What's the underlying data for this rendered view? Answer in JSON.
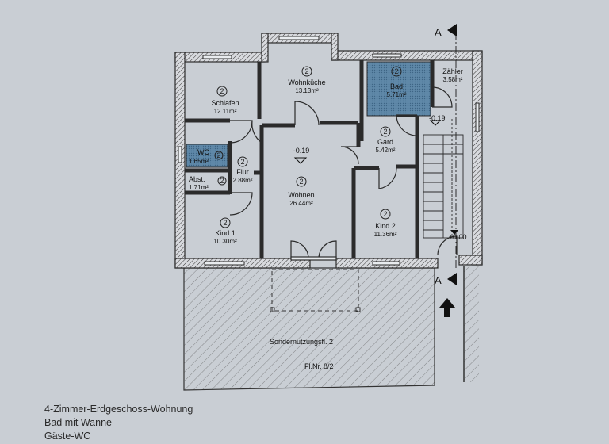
{
  "section_marker": "A",
  "rooms": {
    "schlafen": {
      "num": "2",
      "name": "Schlafen",
      "area": "12.11m²"
    },
    "wohnkueche": {
      "num": "2",
      "name": "Wohnküche",
      "area": "13.13m²"
    },
    "bad": {
      "num": "2",
      "name": "Bad",
      "area": "5.71m²"
    },
    "zaehler": {
      "name": "Zähler",
      "area": "3.58m²"
    },
    "wc": {
      "num": "2",
      "name": "WC",
      "area": "1.65m²"
    },
    "flur": {
      "num": "2",
      "name": "Flur",
      "area": "2.88m²"
    },
    "abst": {
      "num": "2",
      "name": "Abst.",
      "area": "1.71m²"
    },
    "wohnen": {
      "num": "2",
      "name": "Wohnen",
      "area": "26.44m²"
    },
    "gard": {
      "num": "2",
      "name": "Gard",
      "area": "5.42m²"
    },
    "kind1": {
      "num": "2",
      "name": "Kind 1",
      "area": "10.30m²"
    },
    "kind2": {
      "num": "2",
      "name": "Kind 2",
      "area": "11.36m²"
    }
  },
  "levels": {
    "main": "-0.19",
    "hall": "-0.19",
    "entry": "±0.00"
  },
  "outdoor": {
    "area_label": "Sondernutzungsfl. 2",
    "plot_label": "Fl.Nr. 8/2"
  },
  "caption": {
    "line1": "4-Zimmer-Erdgeschoss-Wohnung",
    "line2": "Bad mit Wanne",
    "line3": "Gäste-WC"
  },
  "colors": {
    "paper": "#c9ced4",
    "wall": "#2b2b2b",
    "tile": "#5f88a8"
  }
}
